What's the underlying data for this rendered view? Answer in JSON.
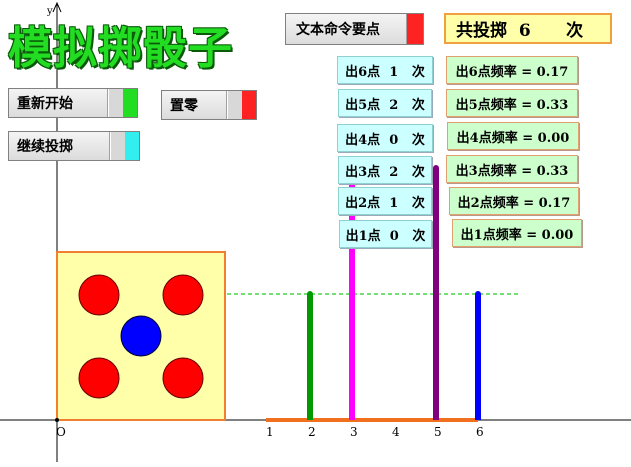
{
  "title": "模拟掷骰子",
  "buttons": {
    "restart": {
      "label": "重新开始",
      "color": "#22dd22"
    },
    "reset": {
      "label": "置零",
      "color": "#ff2222"
    },
    "continue": {
      "label": "继续投掷",
      "color": "#33eeee"
    },
    "command": {
      "label": "文本命令要点",
      "color": "#ff2222"
    }
  },
  "total": {
    "text": "共投掷  6      次"
  },
  "counts": [
    {
      "text": "出6点  1   次",
      "freq": "出6点频率 = 0.17"
    },
    {
      "text": "出5点  2   次",
      "freq": "出5点频率 = 0.33"
    },
    {
      "text": "出4点  0   次",
      "freq": "出4点频率 = 0.00"
    },
    {
      "text": "出3点  2   次",
      "freq": "出3点频率 = 0.33"
    },
    {
      "text": "出2点  1   次",
      "freq": "出2点频率 = 0.17"
    },
    {
      "text": "出1点  0   次",
      "freq": "出1点频率 = 0.00"
    }
  ],
  "axis": {
    "x_ticks": [
      "1",
      "2",
      "3",
      "4",
      "5",
      "6"
    ],
    "origin": "O",
    "y_label": "y"
  },
  "die": {
    "face": 5,
    "pip_colors": {
      "outer": "#ff0000",
      "center": "#0000ff"
    }
  },
  "bars": [
    {
      "point": 2,
      "count": 1,
      "color": "#009900"
    },
    {
      "point": 3,
      "count": 2,
      "color": "#ff00ff"
    },
    {
      "point": 5,
      "count": 2,
      "color": "#800080"
    },
    {
      "point": 6,
      "count": 1,
      "color": "#0000ff"
    }
  ]
}
